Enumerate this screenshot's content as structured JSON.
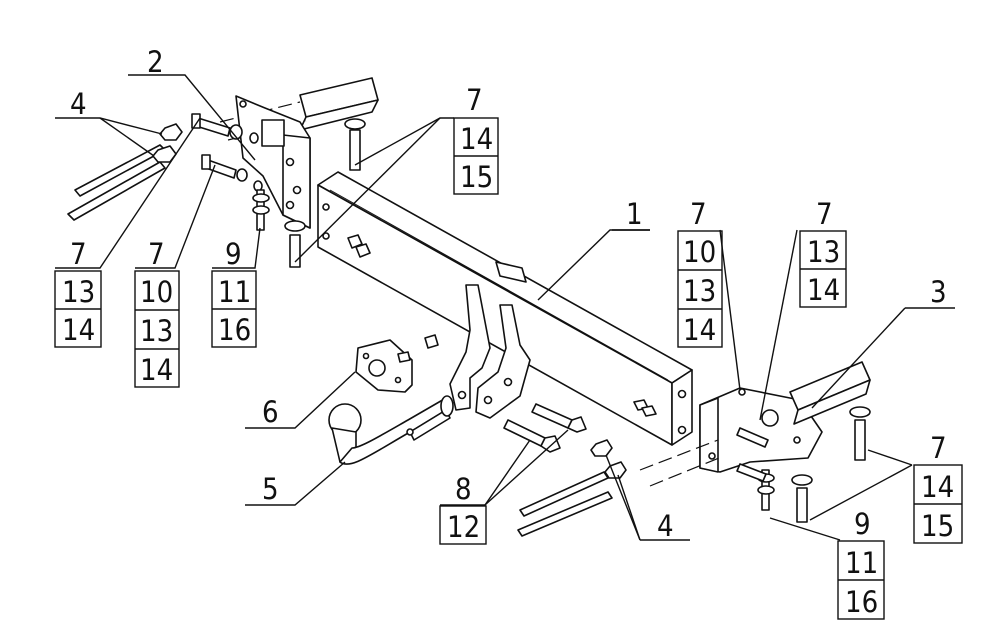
{
  "callouts": [
    {
      "id": "c-2",
      "lines": [
        "2"
      ]
    },
    {
      "id": "c-4-left",
      "lines": [
        "4"
      ]
    },
    {
      "id": "c-7-left-a",
      "lines": [
        "7",
        "13",
        "14"
      ]
    },
    {
      "id": "c-7-left-b",
      "lines": [
        "7",
        "10",
        "13",
        "14"
      ]
    },
    {
      "id": "c-9-left",
      "lines": [
        "9",
        "11",
        "16"
      ]
    },
    {
      "id": "c-7-top",
      "lines": [
        "7",
        "14",
        "15"
      ]
    },
    {
      "id": "c-1",
      "lines": [
        "1"
      ]
    },
    {
      "id": "c-7-mid",
      "lines": [
        "7",
        "10",
        "13",
        "14"
      ]
    },
    {
      "id": "c-7-right-top",
      "lines": [
        "7",
        "13",
        "14"
      ]
    },
    {
      "id": "c-3",
      "lines": [
        "3"
      ]
    },
    {
      "id": "c-6",
      "lines": [
        "6"
      ]
    },
    {
      "id": "c-5",
      "lines": [
        "5"
      ]
    },
    {
      "id": "c-8",
      "lines": [
        "8",
        "12"
      ]
    },
    {
      "id": "c-4-right",
      "lines": [
        "4"
      ]
    },
    {
      "id": "c-7-right",
      "lines": [
        "7",
        "14",
        "15"
      ]
    },
    {
      "id": "c-9-right",
      "lines": [
        "9",
        "11",
        "16"
      ]
    }
  ]
}
